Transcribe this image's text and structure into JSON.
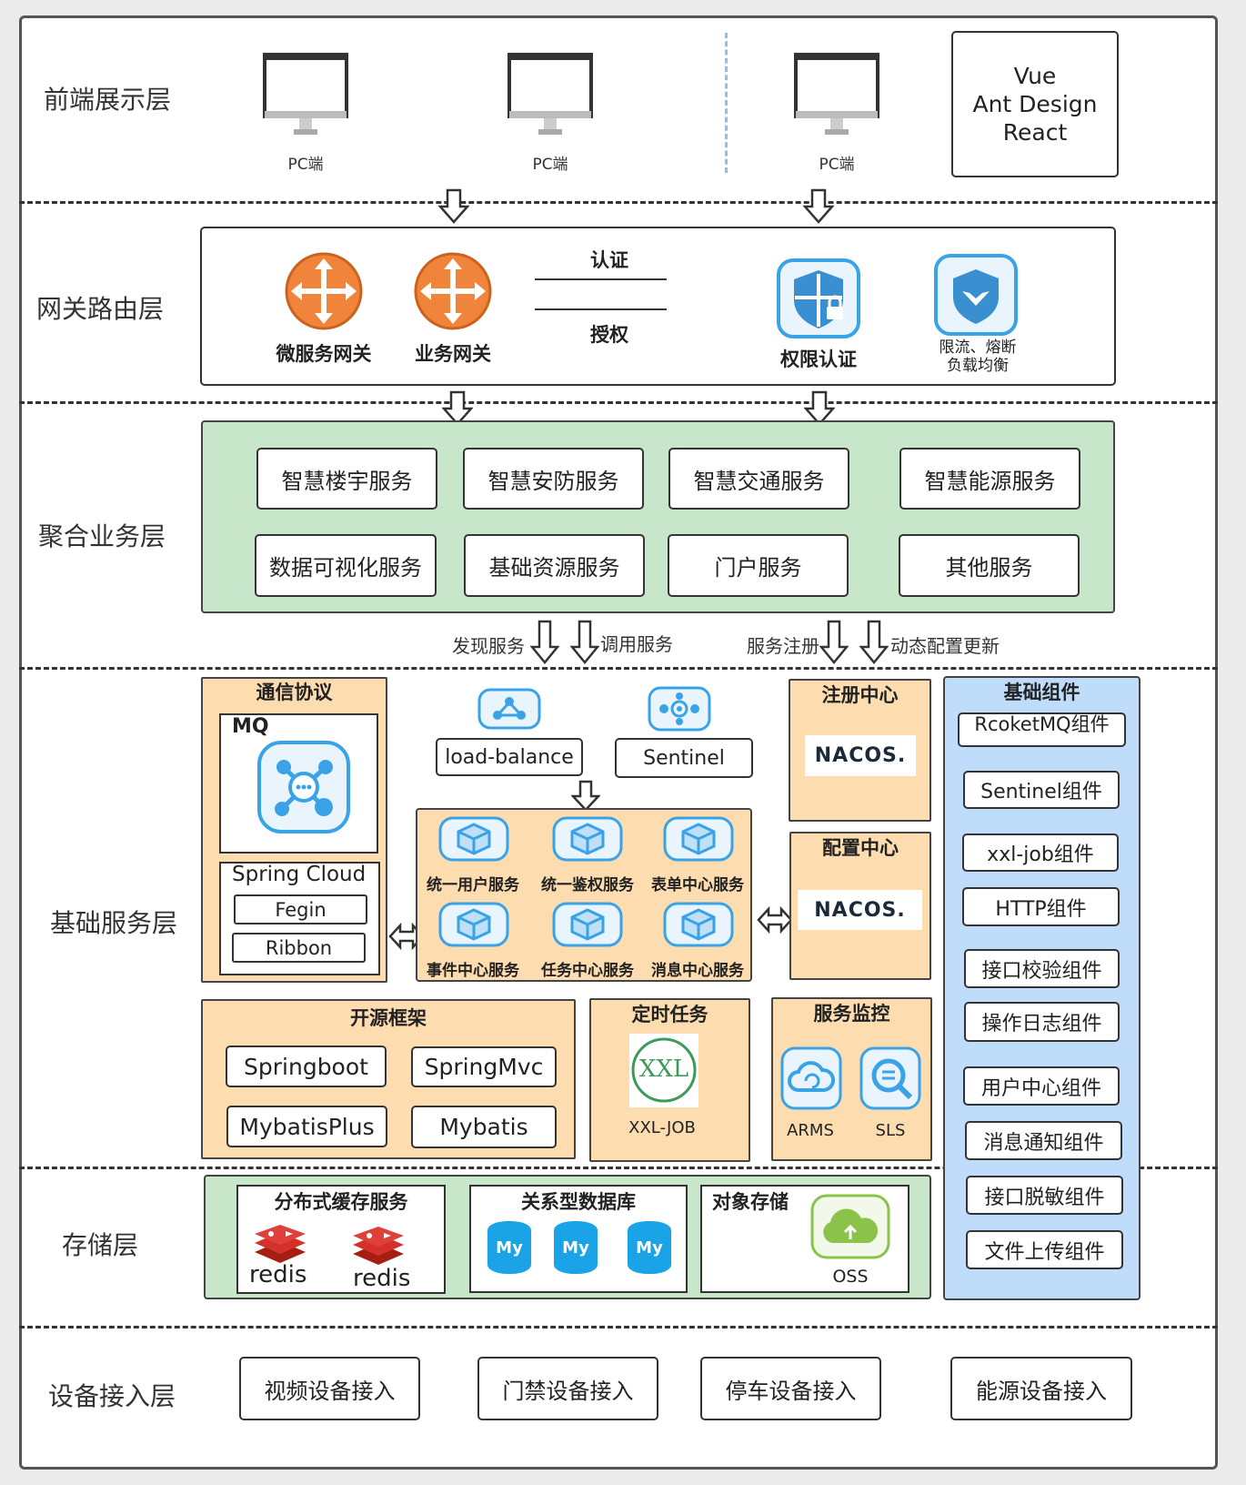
{
  "layers": {
    "frontend": "前端展示层",
    "gateway": "网关路由层",
    "business": "聚合业务层",
    "base": "基础服务层",
    "storage": "存储层",
    "device": "设备接入层"
  },
  "frontend": {
    "pc_labels": [
      "PC端",
      "PC端",
      "PC端"
    ],
    "tech_box": [
      "Vue",
      "Ant Design",
      "React"
    ]
  },
  "gateway": {
    "microservice_gateway": "微服务网关",
    "business_gateway": "业务网关",
    "auth": "认证",
    "authorize": "授权",
    "permission": "权限认证",
    "ratelimit_line1": "限流、熔断",
    "ratelimit_line2": "负载均衡"
  },
  "business": {
    "services": [
      "智慧楼宇服务",
      "智慧安防服务",
      "智慧交通服务",
      "智慧能源服务",
      "数据可视化服务",
      "基础资源服务",
      "门户服务",
      "其他服务"
    ]
  },
  "arrows": {
    "discover": "发现服务",
    "invoke": "调用服务",
    "register": "服务注册",
    "config": "动态配置更新"
  },
  "base": {
    "comm_title": "通信协议",
    "mq_label": "MQ",
    "spring_cloud": "Spring Cloud",
    "fegin": "Fegin",
    "ribbon": "Ribbon",
    "load_balance": "load-balance",
    "sentinel": "Sentinel",
    "modules": [
      "统一用户服务",
      "统一鉴权服务",
      "表单中心服务",
      "事件中心服务",
      "任务中心服务",
      "消息中心服务"
    ],
    "registry_title": "注册中心",
    "config_title": "配置中心",
    "nacos": "NACOS.",
    "framework_title": "开源框架",
    "frameworks": [
      "Springboot",
      "SpringMvc",
      "MybatisPlus",
      "Mybatis"
    ],
    "schedule_title": "定时任务",
    "xxl_logo": "XXL",
    "xxl_label": "XXL-JOB",
    "monitor_title": "服务监控",
    "arms": "ARMS",
    "sls": "SLS",
    "components_title": "基础组件",
    "components": [
      "RcoketMQ组件",
      "Sentinel组件",
      "xxl-job组件",
      "HTTP组件",
      "接口校验组件",
      "操作日志组件",
      "用户中心组件",
      "消息通知组件",
      "接口脱敏组件",
      "文件上传组件"
    ]
  },
  "storage": {
    "cache_title": "分布式缓存服务",
    "redis": "redis",
    "db_title": "关系型数据库",
    "mysql": "My",
    "oss_title": "对象存储",
    "oss": "OSS"
  },
  "device": {
    "items": [
      "视频设备接入",
      "门禁设备接入",
      "停车设备接入",
      "能源设备接入"
    ]
  },
  "colors": {
    "green_fill": "#c8e6c9",
    "orange_fill": "#fddcb0",
    "blue_fill": "#bfdcfa",
    "router_orange": "#f0843a",
    "icon_blue": "#3aa3e8",
    "redis_red": "#d6302b",
    "mysql_blue": "#1aa3e6",
    "oss_green": "#8bc34a"
  }
}
